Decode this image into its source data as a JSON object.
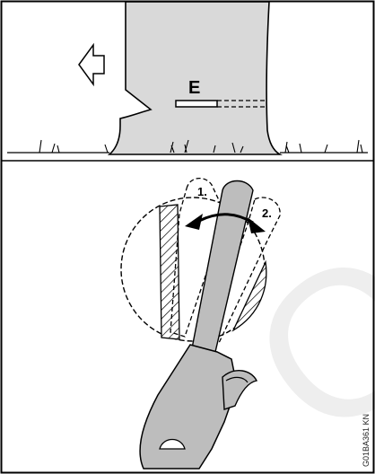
{
  "panel_top": {
    "marker_label": "E"
  },
  "panel_bottom": {
    "step_1": "1.",
    "step_2": "2."
  },
  "figure_code": "G01BA361 KN",
  "watermark": "OOO",
  "colors": {
    "trunk_fill": "#d9d9d9",
    "saw_fill": "#bdbdbd",
    "outline": "#000000"
  }
}
